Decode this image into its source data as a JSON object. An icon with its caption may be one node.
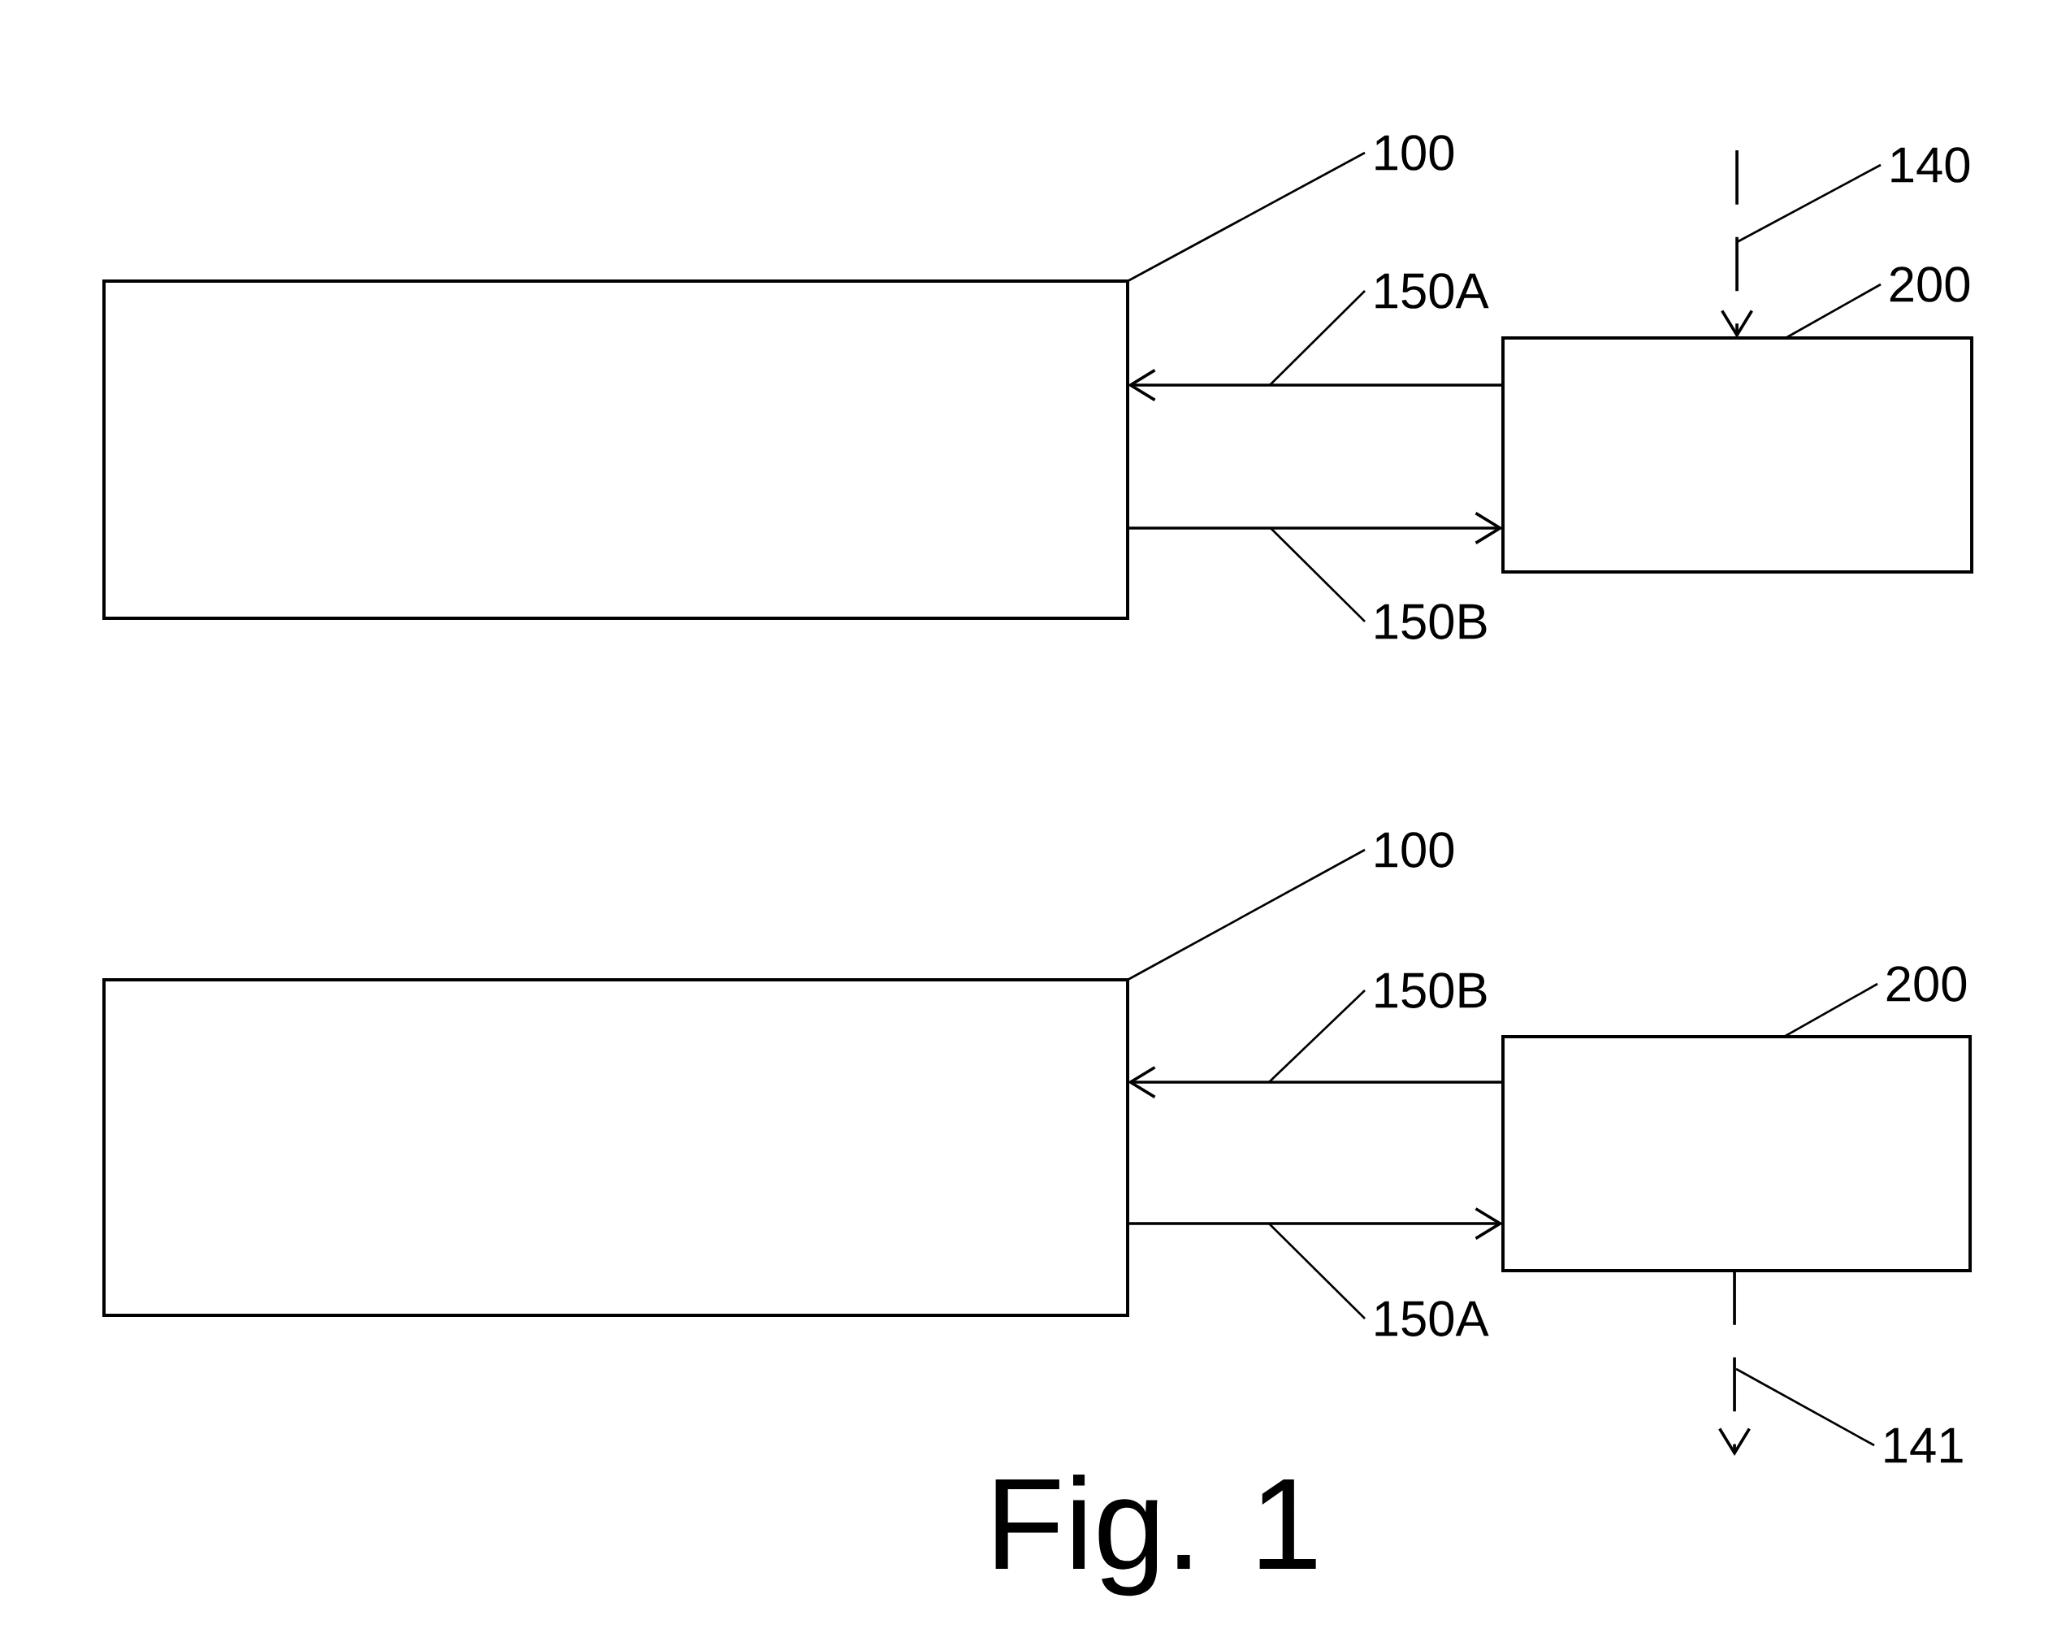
{
  "diagram": {
    "caption": "Fig. 1",
    "nodes": [
      {
        "text": [],
        "shape": "box"
      },
      {
        "text": [
          "100"
        ]
      },
      {
        "text": [],
        "shape": "box"
      },
      {
        "text": [
          "200"
        ]
      },
      {
        "text": [
          "140"
        ]
      },
      {
        "text": [
          "150A"
        ]
      },
      {
        "text": [
          "150B"
        ]
      },
      {
        "text": [],
        "shape": "box"
      },
      {
        "text": [
          "100"
        ]
      },
      {
        "text": [],
        "shape": "box"
      },
      {
        "text": [
          "200"
        ]
      },
      {
        "text": [
          "150B"
        ]
      },
      {
        "text": [
          "150A"
        ]
      },
      {
        "text": [
          "141"
        ]
      }
    ],
    "edges": [
      {
        "from": 1,
        "to": 0,
        "arrow": "none"
      },
      {
        "from": 4,
        "to": null,
        "arrow": "none"
      },
      {
        "from": null,
        "to": 2,
        "arrow": "to",
        "style": "dashed"
      },
      {
        "from": 3,
        "to": 2,
        "arrow": "none"
      },
      {
        "from": 5,
        "to": null,
        "arrow": "none"
      },
      {
        "from": 2,
        "to": 0,
        "arrow": "to"
      },
      {
        "from": 0,
        "to": 2,
        "arrow": "to"
      },
      {
        "from": 6,
        "to": null,
        "arrow": "none"
      },
      {
        "from": 8,
        "to": 7,
        "arrow": "none"
      },
      {
        "from": 10,
        "to": 9,
        "arrow": "none"
      },
      {
        "from": 11,
        "to": null,
        "arrow": "none"
      },
      {
        "from": 9,
        "to": 7,
        "arrow": "to"
      },
      {
        "from": 7,
        "to": 9,
        "arrow": "to"
      },
      {
        "from": 12,
        "to": null,
        "arrow": "none"
      },
      {
        "from": 9,
        "to": null,
        "arrow": "to",
        "style": "dashed"
      },
      {
        "from": 13,
        "to": null,
        "arrow": "none"
      }
    ]
  }
}
